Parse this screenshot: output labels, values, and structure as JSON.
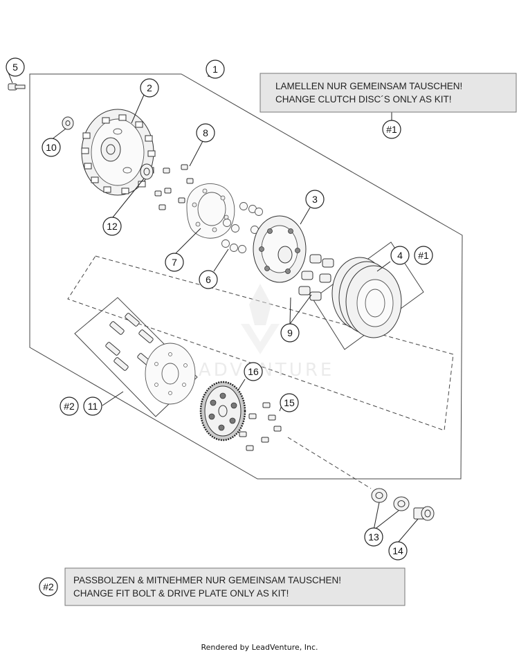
{
  "callouts": [
    {
      "id": "c1",
      "label": "1"
    },
    {
      "id": "c2",
      "label": "2"
    },
    {
      "id": "c3",
      "label": "3"
    },
    {
      "id": "c4",
      "label": "4"
    },
    {
      "id": "c5",
      "label": "5"
    },
    {
      "id": "c6",
      "label": "6"
    },
    {
      "id": "c7",
      "label": "7"
    },
    {
      "id": "c8",
      "label": "8"
    },
    {
      "id": "c9",
      "label": "9"
    },
    {
      "id": "c10",
      "label": "10"
    },
    {
      "id": "c11",
      "label": "11"
    },
    {
      "id": "c12",
      "label": "12"
    },
    {
      "id": "c13",
      "label": "13"
    },
    {
      "id": "c14",
      "label": "14"
    },
    {
      "id": "c15",
      "label": "15"
    },
    {
      "id": "c16",
      "label": "16"
    },
    {
      "id": "k1a",
      "label": "#1"
    },
    {
      "id": "k1b",
      "label": "#1"
    },
    {
      "id": "k2a",
      "label": "#2"
    },
    {
      "id": "k2b",
      "label": "#2"
    }
  ],
  "notes": {
    "kit1_line1": "LAMELLEN NUR GEMEINSAM TAUSCHEN!",
    "kit1_line2": "CHANGE CLUTCH DISC´S ONLY AS KIT!",
    "kit2_line1": "PASSBOLZEN & MITNEHMER NUR GEMEINSAM TAUSCHEN!",
    "kit2_line2": "CHANGE FIT BOLT & DRIVE PLATE ONLY AS KIT!"
  },
  "watermark": "LEADVENTURE",
  "footer": "Rendered by LeadVenture, Inc."
}
